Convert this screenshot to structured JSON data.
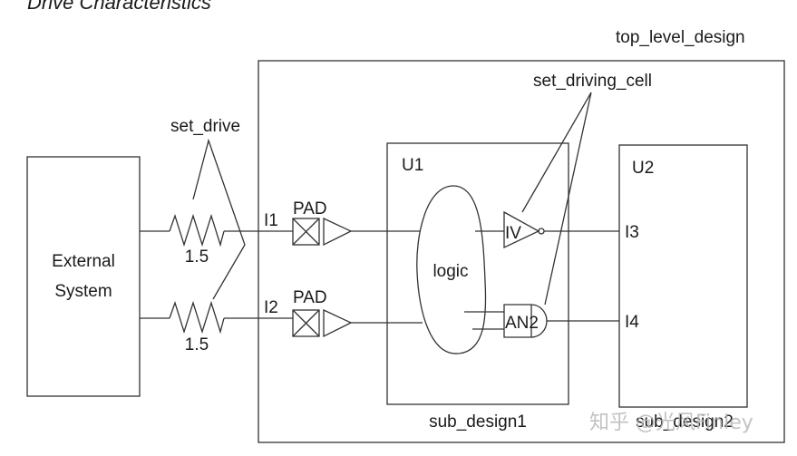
{
  "title": "Drive Characteristics",
  "top_level": {
    "label": "top_level_design"
  },
  "external": {
    "line1": "External",
    "line2": "System"
  },
  "set_drive": {
    "label": "set_drive",
    "resistor1_value": "1.5",
    "resistor2_value": "1.5"
  },
  "ports": {
    "i1": "I1",
    "i2": "I2",
    "i3": "I3",
    "i4": "I4"
  },
  "pads": {
    "pad1": "PAD",
    "pad2": "PAD"
  },
  "u1": {
    "name": "U1",
    "design": "sub_design1",
    "logic": "logic",
    "inverter": "IV",
    "and_gate": "AN2"
  },
  "u2": {
    "name": "U2",
    "design": "sub_design2"
  },
  "set_driving_cell": {
    "label": "set_driving_cell"
  },
  "watermark": "知乎 @光风Finley"
}
